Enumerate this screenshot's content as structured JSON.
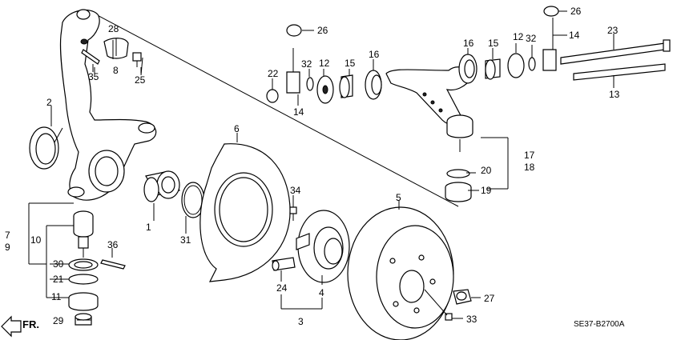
{
  "callouts": {
    "c1": "1",
    "c2": "2",
    "c3": "3",
    "c4": "4",
    "c5": "5",
    "c6": "6",
    "c7": "7",
    "c8": "8",
    "c9": "9",
    "c10": "10",
    "c11": "11",
    "c12a": "12",
    "c12b": "12",
    "c13": "13",
    "c14a": "14",
    "c14b": "14",
    "c15a": "15",
    "c15b": "15",
    "c16a": "16",
    "c16b": "16",
    "c17": "17",
    "c18": "18",
    "c19": "19",
    "c20": "20",
    "c21": "21",
    "c22": "22",
    "c23": "23",
    "c24": "24",
    "c25": "25",
    "c26a": "26",
    "c26b": "26",
    "c27": "27",
    "c28": "28",
    "c29": "29",
    "c30": "30",
    "c31": "31",
    "c32a": "32",
    "c32b": "32",
    "c33": "33",
    "c34": "34",
    "c35": "35",
    "c36": "36"
  },
  "direction_label": "FR.",
  "drawing_code": "SE37-B2700A"
}
